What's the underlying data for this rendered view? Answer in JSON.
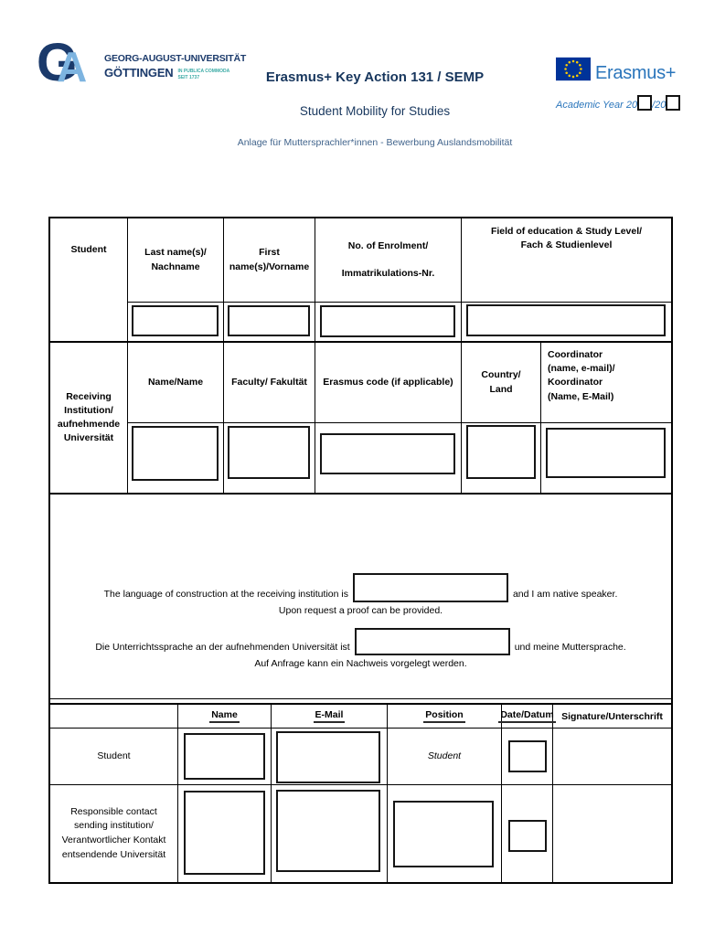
{
  "colors": {
    "title_navy": "#17365d",
    "note_blue": "#41648c",
    "erasmus_blue": "#2a75bb",
    "eu_flag_blue": "#003399",
    "eu_star_yellow": "#ffcc00",
    "uni_dark_blue": "#1b3a6b",
    "uni_light_blue": "#7db4e0",
    "uni_teal": "#3aaaa5"
  },
  "header": {
    "university": {
      "monogram_g": "G",
      "monogram_a": "A",
      "name_line1": "GEORG-AUGUST-UNIVERSITÄT",
      "name_line2": "GÖTTINGEN",
      "tagline_line1": "IN PUBLICA COMMODA",
      "tagline_line2": "SEIT 1737"
    },
    "title": "Erasmus+ Key Action 131 / SEMP",
    "subtitle": "Student Mobility for Studies",
    "annotation": "Anlage für Muttersprachler*innen - Bewerbung Auslandsmobilität",
    "erasmus_wordmark": "Erasmus+",
    "academic_year": {
      "prefix": "Academic Year 20",
      "separator": "/20"
    }
  },
  "student_table": {
    "row_label": "Student",
    "headers": {
      "last_name": "Last name(s)/\nNachname",
      "first_name": "First\nname(s)/Vorname",
      "enrolment": "No. of Enrolment/\n\nImmatrikulations-Nr.",
      "field_of_education": "Field of education & Study Level/\nFach & Studienlevel"
    }
  },
  "receiving_table": {
    "row_label": "Receiving\nInstitution/\naufnehmende\nUniversität",
    "headers": {
      "name": "Name/Name",
      "faculty": "Faculty/ Fakultät",
      "erasmus_code": "Erasmus code (if applicable)",
      "country": "Country/\nLand",
      "coordinator": "Coordinator\n(name, e-mail)/\nKoordinator\n(Name, E-Mail)"
    }
  },
  "language_section": {
    "english": {
      "before_box": "The language of construction at the receiving institution is",
      "after_box": "and I am native speaker.",
      "line2": "Upon request a proof can be provided."
    },
    "german": {
      "before_box": "Die Unterrichtssprache an der aufnehmenden Universität ist",
      "after_box": "und meine Muttersprache.",
      "line2": "Auf Anfrage kann ein Nachweis vorgelegt werden."
    }
  },
  "signature_table": {
    "headers": {
      "name": "Name",
      "email": "E-Mail",
      "position": "Position",
      "date": "Date/Datum",
      "signature": "Signature/Unterschrift"
    },
    "rows": {
      "student": {
        "label": "Student",
        "position_value": "Student"
      },
      "sending": {
        "label": "Responsible contact\nsending institution/\nVerantwortlicher Kontakt\nentsendende Universität",
        "position_value": ""
      }
    }
  }
}
